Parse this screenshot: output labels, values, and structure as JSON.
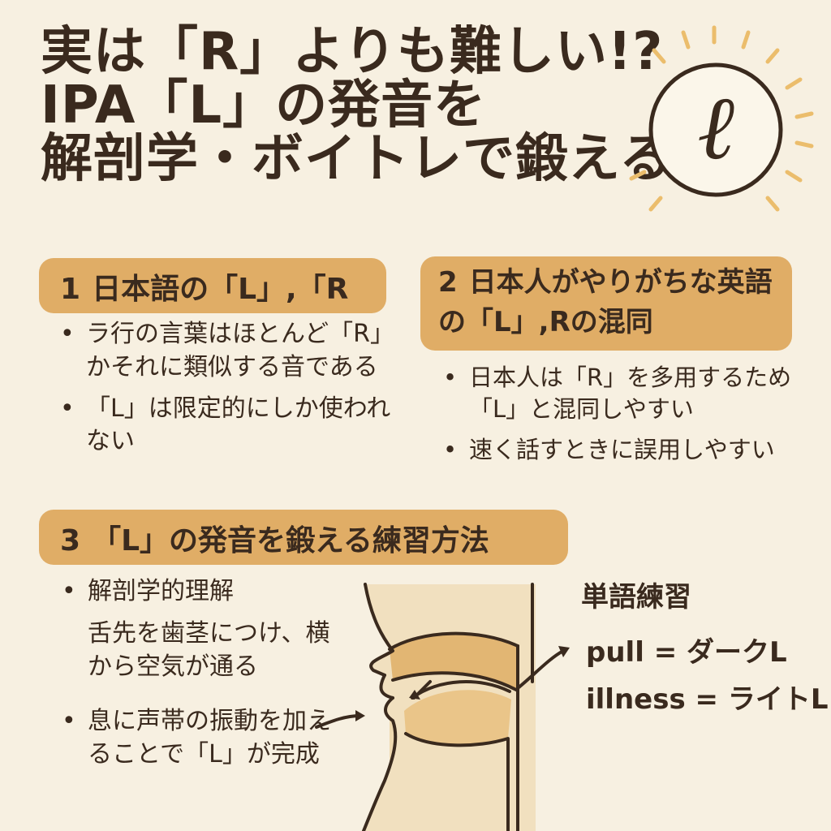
{
  "title": {
    "line1": "実は「R」よりも難しい!?",
    "line2": "IPA「L」の発音を",
    "line3": "解剖学・ボイトレで鍛える!"
  },
  "logo": {
    "letter": "ℓ",
    "icon": "script-l-sun-icon"
  },
  "section1": {
    "number": "1",
    "heading": "日本語の「L」,「R",
    "bullets": [
      "ラ行の言葉はほとんど「R」かそれに類似する音である",
      "「L」は限定的にしか使われない"
    ]
  },
  "section2": {
    "number": "2",
    "heading": "日本人がやりがちな英語の「L」,Rの混同",
    "bullets": [
      "日本人は「R」を多用するため「L」と混同しやすい",
      "速く話すときに誤用しやすい"
    ]
  },
  "section3": {
    "number": "3",
    "heading": "「L」の発音を鍛える練習方法",
    "bullet1": "解剖学的理解",
    "description": "舌先を歯茎につけ、横から空気が通る",
    "bullet2": "息に声帯の振動を加えることで「L」が完成"
  },
  "word_practice": {
    "title": "単語練習",
    "item1": "pull = ダークL",
    "item2": "illness = ライトL"
  },
  "colors": {
    "background": "#f7f0e1",
    "accent": "#e0ad66",
    "text": "#3a2a1e",
    "ray": "#ebbd6c"
  }
}
